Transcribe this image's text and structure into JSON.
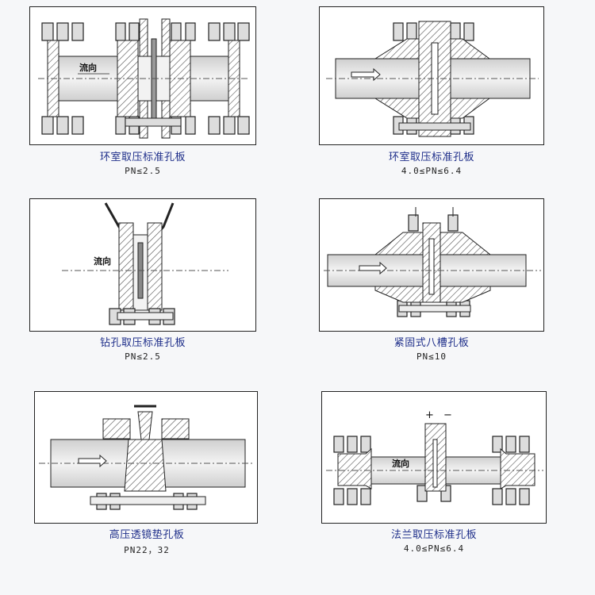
{
  "panels": [
    {
      "caption": "环室取压标准孔板",
      "spec": "PN≤2.5",
      "flow_label": "流向"
    },
    {
      "caption": "环室取压标准孔板",
      "spec": "4.0≤PN≤6.4"
    },
    {
      "caption": "钻孔取压标准孔板",
      "spec": "PN≤2.5",
      "flow_label": "流向"
    },
    {
      "caption": "紧固式八槽孔板",
      "spec": "PN≤10"
    },
    {
      "caption": "高压透镜垫孔板",
      "spec": "PN22，32"
    },
    {
      "caption": "法兰取压标准孔板",
      "spec": "4.0≤PN≤6.4",
      "flow_label": "流向",
      "plus_sign": "+",
      "minus_sign": "−"
    }
  ],
  "colors": {
    "caption_text": "#1f2f8a",
    "line": "#222222",
    "hatch": "#555555",
    "pipe_fill": "#e6e6e6",
    "frame_border": "#222222"
  }
}
